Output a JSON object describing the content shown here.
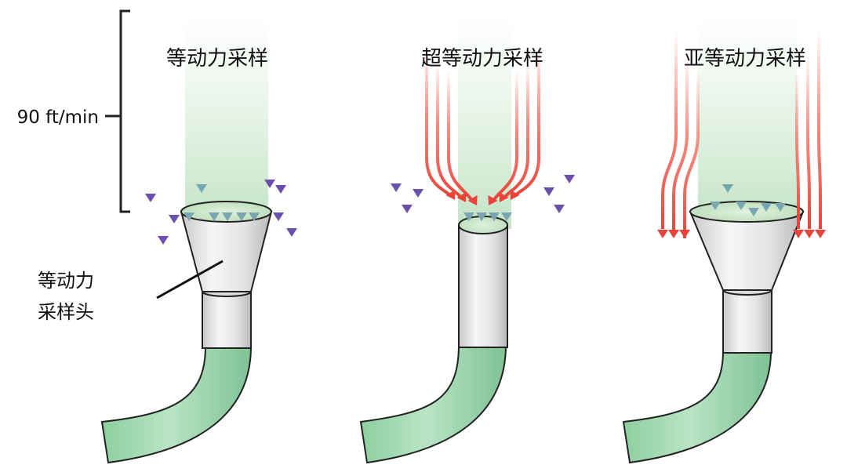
{
  "scale": {
    "label": "90 ft/min"
  },
  "panels": [
    {
      "title": "等动力采样",
      "flow": "isokinetic"
    },
    {
      "title": "超等动力采样",
      "flow": "superisokinetic"
    },
    {
      "title": "亚等动力采样",
      "flow": "subisokinetic"
    }
  ],
  "probe_label": {
    "line1": "等动力",
    "line2": "采样头"
  },
  "colors": {
    "outer_arrow": "#7b63b5",
    "diverted_arrow": "#ef5a4a",
    "inner_arrow": "#8fb8c0",
    "sampled_stream": "#cfe9cf",
    "tube": "#a8dbb7",
    "probe_metal": "#e6e6e6",
    "outline": "#222222"
  }
}
